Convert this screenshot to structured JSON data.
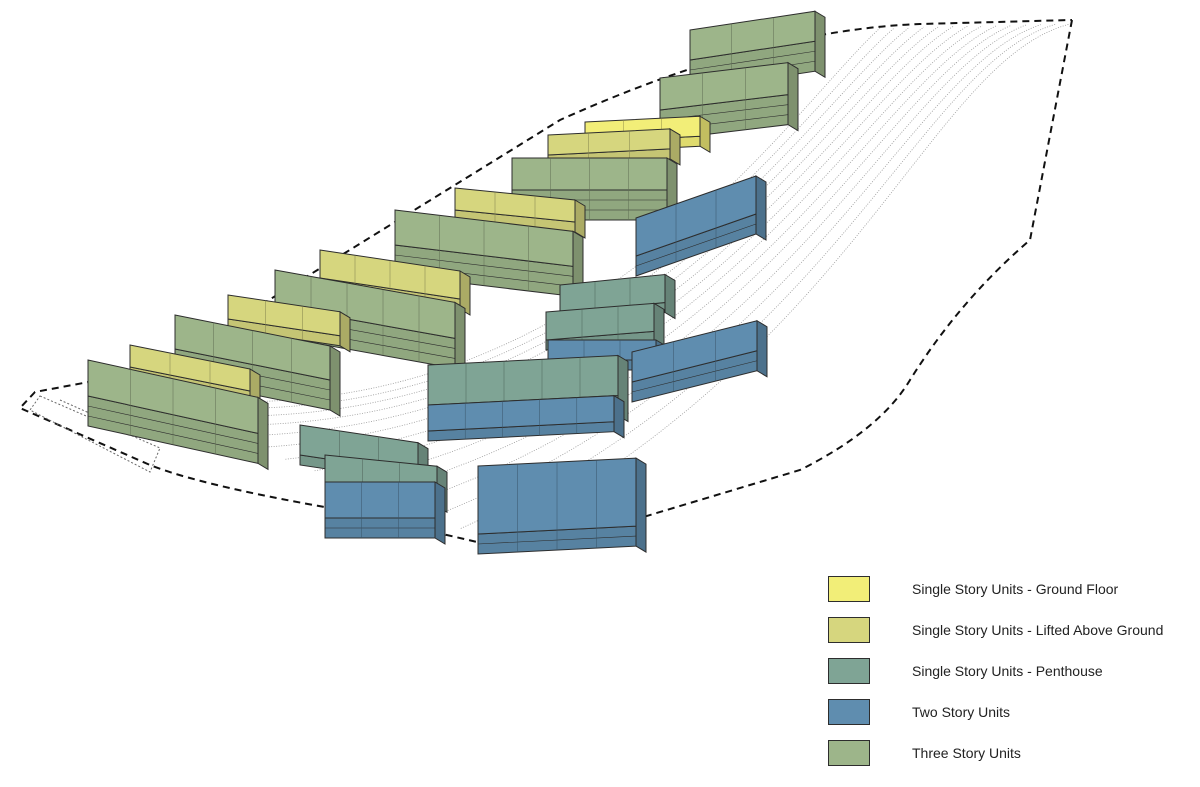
{
  "legend": {
    "items": [
      {
        "label": "Single Story Units - Ground Floor",
        "color": "#f2ee78"
      },
      {
        "label": "Single Story Units - Lifted Above Ground",
        "color": "#d6d67e"
      },
      {
        "label": "Single Story Units - Penthouse",
        "color": "#7fa495"
      },
      {
        "label": "Two Story Units",
        "color": "#5f8daf"
      },
      {
        "label": "Three Story Units",
        "color": "#9db58a"
      }
    ]
  },
  "colors": {
    "ground": "#f2ee78",
    "lifted": "#d6d67e",
    "penthouse": "#7fa495",
    "two_story": "#5f8daf",
    "three_story": "#9db58a",
    "outline": "#2d2d2d",
    "boundary": "#111111",
    "contour": "#9a9a9a"
  }
}
